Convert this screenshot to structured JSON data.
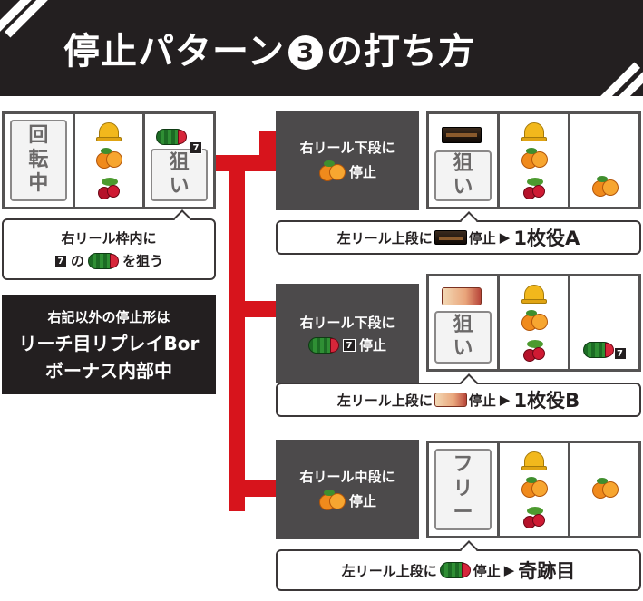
{
  "header": {
    "title_pre": "停止パターン",
    "title_num": "3",
    "title_post": "の打ち方"
  },
  "start": {
    "left_reel_label": [
      "回",
      "転",
      "中"
    ],
    "right_reel_label": [
      "狙",
      "い"
    ],
    "speech_line1": "右リール枠内に",
    "speech_seven": "7",
    "speech_line2_mid": "の",
    "speech_line2_end": "を狙う"
  },
  "note": {
    "line1": "右記以外の停止形は",
    "line2": "リーチ目リプレイBor",
    "line3": "ボーナス内部中"
  },
  "branches": [
    {
      "right_stop": "右リール下段に",
      "right_stop2": "停止",
      "reel1_label": [
        "狙",
        "い"
      ],
      "result_prefix": "左リール上段に",
      "result_mid": "停止",
      "arrow": "▶",
      "result": "1枚役A"
    },
    {
      "right_stop": "右リール下段に",
      "right_stop2": "停止",
      "reel1_label": [
        "狙",
        "い"
      ],
      "result_prefix": "左リール上段に",
      "result_mid": "停止",
      "arrow": "▶",
      "result": "1枚役B"
    },
    {
      "right_stop": "右リール中段に",
      "right_stop2": "停止",
      "reel1_label": [
        "フ",
        "リ",
        "ー"
      ],
      "result_prefix": "左リール上段に",
      "result_mid": "停止",
      "arrow": "▶",
      "result": "奇跡目"
    }
  ],
  "icons": {
    "bell": "bell-icon",
    "orange": "orange-icon",
    "cherry": "cherry-icon",
    "melon": "watermelon-icon",
    "seven": "seven-icon",
    "bar": "bar-icon",
    "girl": "character-icon"
  },
  "colors": {
    "header_bg": "#231f20",
    "connector_red": "#d7141c",
    "dark_box": "#4c4a4b"
  }
}
